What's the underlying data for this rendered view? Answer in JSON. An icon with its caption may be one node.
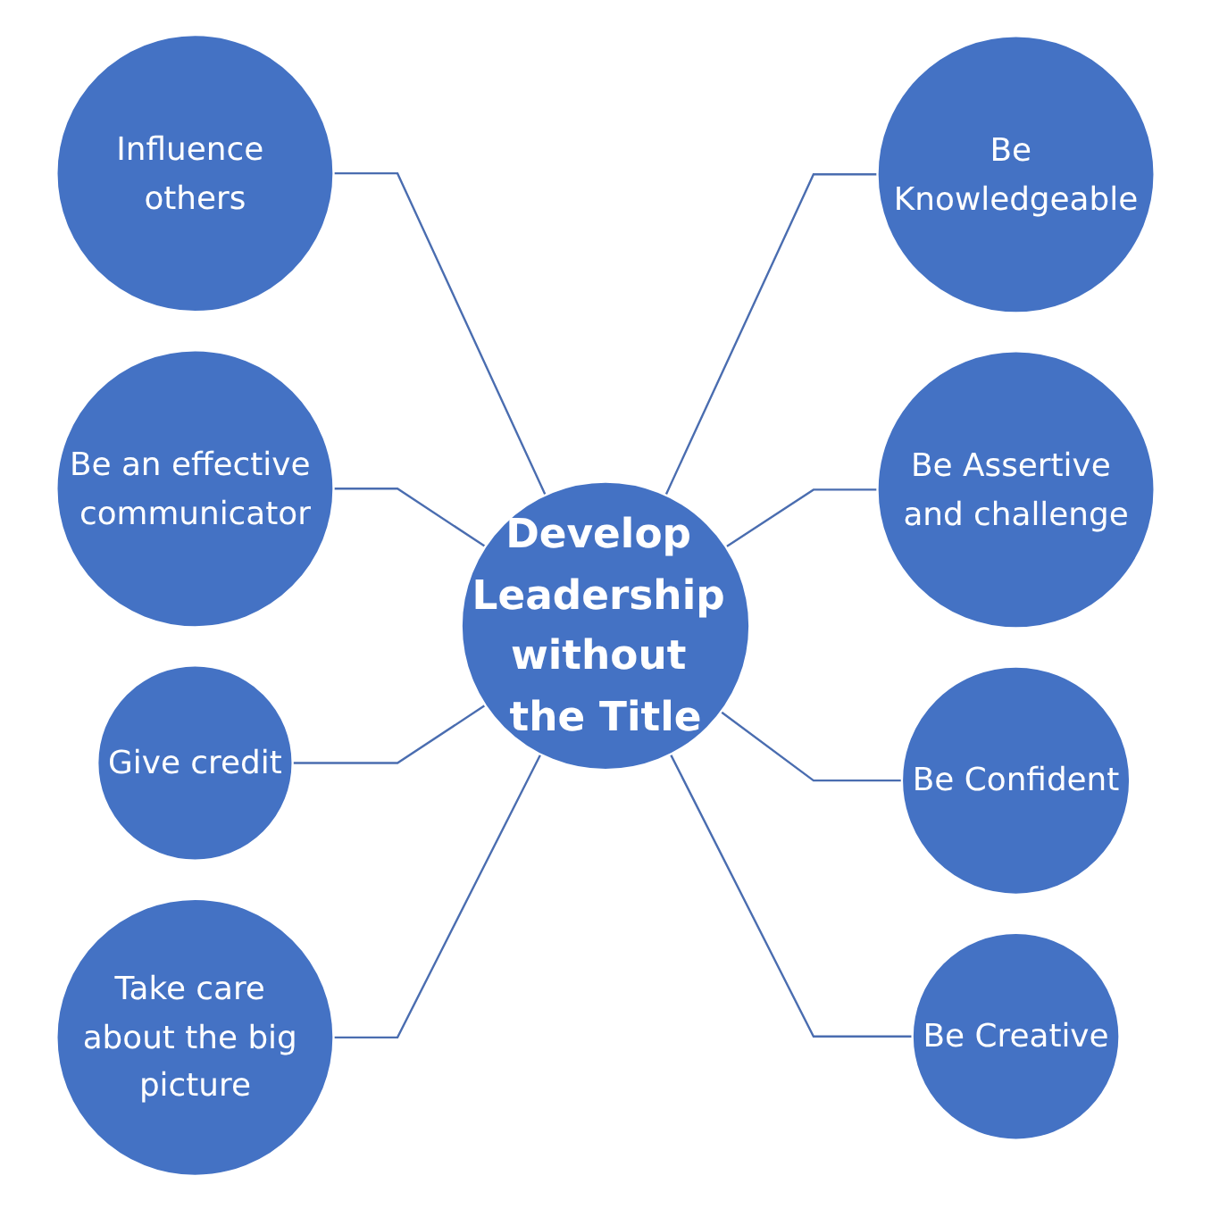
{
  "diagram": {
    "nodes": [
      {
        "text": [
          "Develop Leadership without the Title"
        ]
      },
      {
        "text": [
          "Be Knowledgeable"
        ]
      },
      {
        "text": [
          "Be Assertive and challenge"
        ]
      },
      {
        "text": [
          "Be Confident"
        ]
      },
      {
        "text": [
          "Be Creative"
        ]
      },
      {
        "text": [
          "Take care about the big picture"
        ]
      },
      {
        "text": [
          "Give credit"
        ]
      },
      {
        "text": [
          "Be an effective communicator"
        ]
      },
      {
        "text": [
          "Influence others"
        ]
      }
    ],
    "edges": [
      {
        "from": 0,
        "to": 1,
        "arrow": "none"
      },
      {
        "from": 0,
        "to": 2,
        "arrow": "none"
      },
      {
        "from": 0,
        "to": 3,
        "arrow": "none"
      },
      {
        "from": 0,
        "to": 4,
        "arrow": "none"
      },
      {
        "from": 8,
        "to": 0,
        "arrow": "none"
      },
      {
        "from": 7,
        "to": 0,
        "arrow": "none"
      },
      {
        "from": 6,
        "to": 0,
        "arrow": "none"
      },
      {
        "from": 5,
        "to": 0,
        "arrow": "none"
      }
    ]
  }
}
